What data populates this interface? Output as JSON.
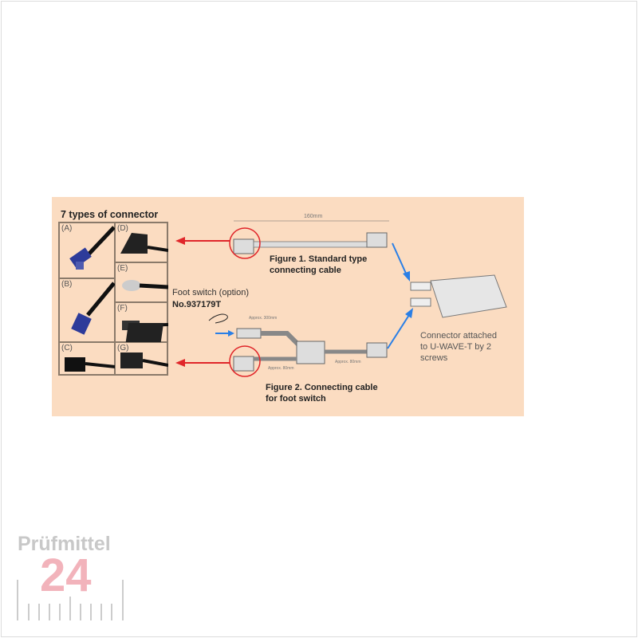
{
  "diagram": {
    "title": "7 types of connector",
    "connectors": [
      "(A)",
      "(B)",
      "(C)",
      "(D)",
      "(E)",
      "(F)",
      "(G)"
    ],
    "foot_switch": {
      "label": "Foot switch (option)",
      "part_no": "No.937179T"
    },
    "figure1": {
      "caption_line1": "Figure 1. Standard type",
      "caption_line2": "connecting cable",
      "length": "160mm"
    },
    "figure2": {
      "caption_line1": "Figure 2. Connecting cable",
      "caption_line2": "for foot switch",
      "dim1": "Approx. 300mm",
      "dim2": "Approx. 80mm",
      "dim3": "Approx. 80mm"
    },
    "device_note": {
      "line1": "Connector attached",
      "line2": "to U-WAVE-T by 2",
      "line3": "screws"
    },
    "colors": {
      "panel": "#fbdcc1",
      "red_arrow": "#e0262a",
      "blue_arrow": "#2a7fe6"
    }
  },
  "watermark": {
    "brand": "Prüfmittel",
    "number": "24"
  }
}
